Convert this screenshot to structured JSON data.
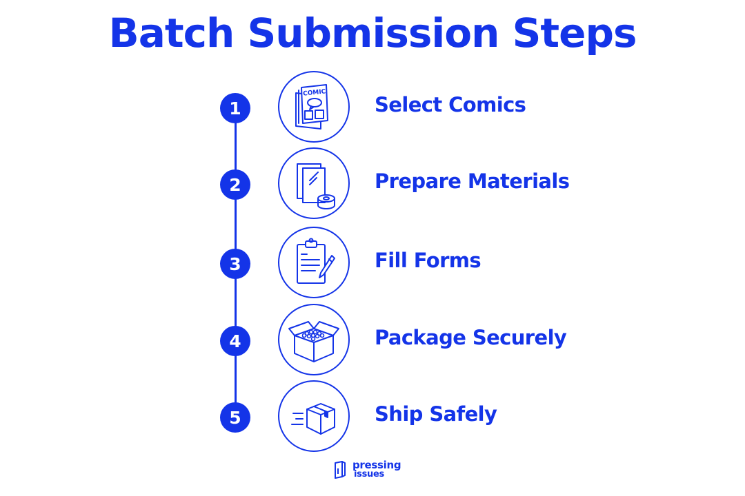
{
  "title": "Batch Submission Steps",
  "colors": {
    "accent": "#1434e8",
    "background": "#ffffff"
  },
  "steps": [
    {
      "number": "1",
      "label": "Select Comics",
      "icon": "comic-book-icon",
      "icon_text": "COMIC"
    },
    {
      "number": "2",
      "label": "Prepare Materials",
      "icon": "bags-boards-tape-icon"
    },
    {
      "number": "3",
      "label": "Fill Forms",
      "icon": "clipboard-pen-icon"
    },
    {
      "number": "4",
      "label": "Package Securely",
      "icon": "open-box-icon"
    },
    {
      "number": "5",
      "label": "Ship Safely",
      "icon": "shipping-box-icon"
    }
  ],
  "logo": {
    "line1": "pressing",
    "line2": "issues"
  }
}
